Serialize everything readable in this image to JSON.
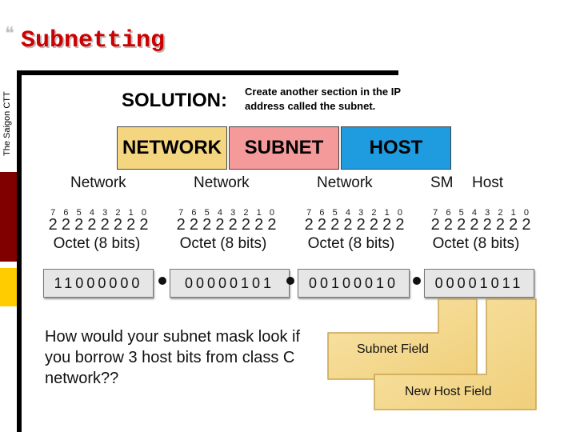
{
  "slide": {
    "vertical_label": "The Saigon CTT",
    "title_bullet": "❝",
    "title": "Subnetting"
  },
  "solution": {
    "label": "SOLUTION:",
    "text": "Create another section in the IP address called the subnet."
  },
  "header_boxes": {
    "network": "NETWORK",
    "subnet": "SUBNET",
    "host": "HOST"
  },
  "sub_labels": [
    "Network",
    "Network",
    "Network",
    "SM",
    "Host"
  ],
  "exponents": [
    "7",
    "6",
    "5",
    "4",
    "3",
    "2",
    "1",
    "0"
  ],
  "exponent_base": [
    "2",
    "2",
    "2",
    "2",
    "2",
    "2",
    "2",
    "2"
  ],
  "octet_label": "Octet (8 bits)",
  "bits": [
    "11000000",
    "00000101",
    "00100010",
    "00001011"
  ],
  "question": "How would your subnet mask look if you borrow 3 host bits from class C network??",
  "fields": {
    "subnet_field": "Subnet Field",
    "new_host_field": "New Host Field"
  },
  "colors": {
    "title": "#cc0000",
    "network_box": "#f5d680",
    "subnet_box": "#f59a9a",
    "host_box": "#1f9be0",
    "field_fill": "#f5d680",
    "sidebar_red": "#800000",
    "sidebar_yellow": "#ffcc00"
  }
}
